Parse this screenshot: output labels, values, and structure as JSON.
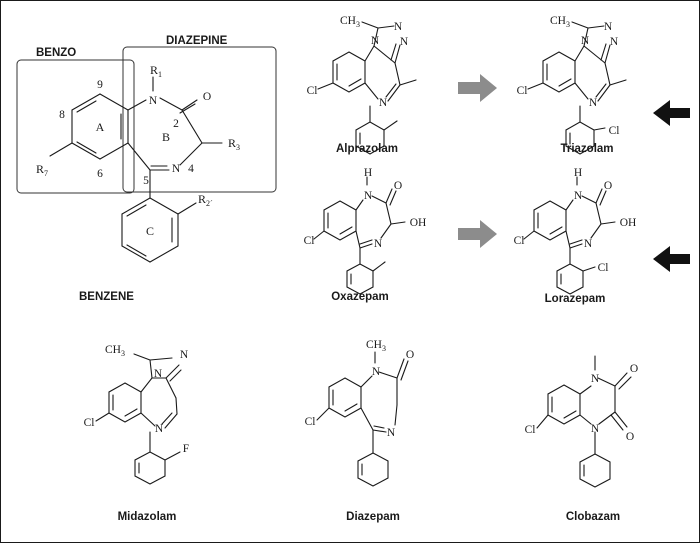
{
  "colors": {
    "gray_arrow": "#8c8c8c",
    "black_arrow": "#111111",
    "line": "#1a1a1a"
  },
  "core": {
    "benzo_label": "BENZO",
    "diazepine_label": "DIAZEPINE",
    "benzene_label": "BENZENE",
    "ring_a": "A",
    "ring_b": "B",
    "ring_c": "C",
    "pos_9": "9",
    "pos_8": "8",
    "pos_6": "6",
    "pos_5": "5",
    "pos_4": "4",
    "pos_2": "2",
    "r1": "R1",
    "r3": "R3",
    "r7": "R7",
    "r2p": "R2´",
    "atom_n": "N",
    "atom_o": "O"
  },
  "drugs": {
    "alprazolam": "Alprazolam",
    "triazolam": "Triazolam",
    "oxazepam": "Oxazepam",
    "lorazepam": "Lorazepam",
    "midazolam": "Midazolam",
    "diazepam": "Diazepam",
    "clobazam": "Clobazam"
  },
  "atoms": {
    "cl": "Cl",
    "n": "N",
    "o": "O",
    "f": "F",
    "h": "H",
    "oh": "OH",
    "ch3": "CH3"
  },
  "arrows": [
    {
      "name": "gray-arrow-alprazolam-triazolam",
      "color": "gray"
    },
    {
      "name": "black-arrow-triazolam",
      "color": "black",
      "direction": "left"
    },
    {
      "name": "gray-arrow-oxazepam-lorazepam",
      "color": "gray"
    },
    {
      "name": "black-arrow-lorazepam",
      "color": "black",
      "direction": "left"
    }
  ]
}
